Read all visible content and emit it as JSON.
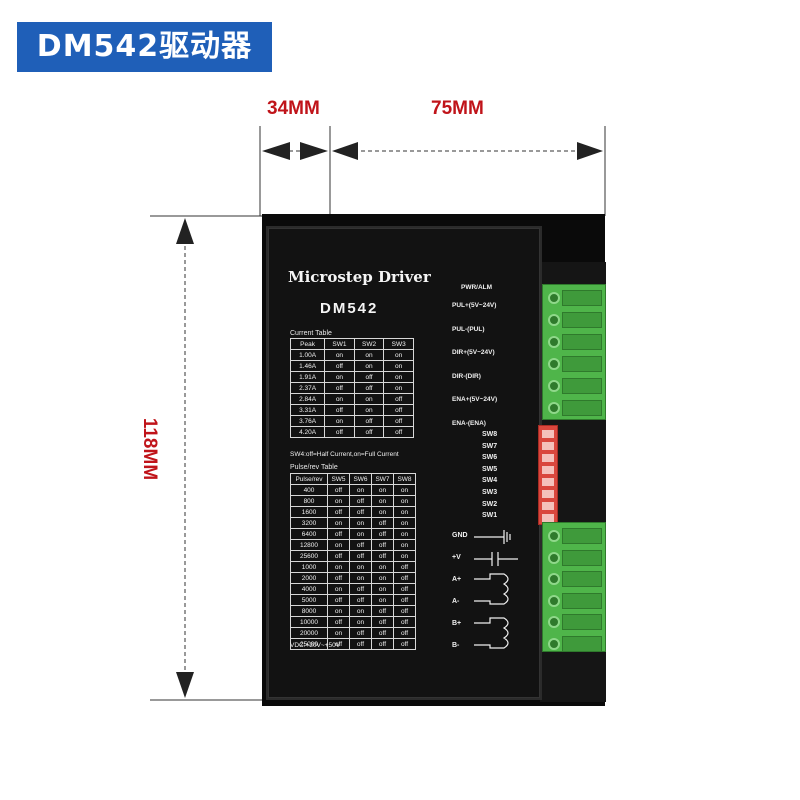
{
  "title": "DM542驱动器",
  "dimensions": {
    "depth": "34MM",
    "width": "75MM",
    "height": "118MM"
  },
  "colors": {
    "banner": "#1f5fb8",
    "dimension": "#c0141a",
    "terminal": "#4fb54a",
    "dip_switch": "#d9473d"
  },
  "device": {
    "brand": "Microstep Driver",
    "model": "DM542",
    "current_table": {
      "caption": "Current Table",
      "headers": [
        "Peak",
        "SW1",
        "SW2",
        "SW3"
      ],
      "rows": [
        [
          "1.00A",
          "on",
          "on",
          "on"
        ],
        [
          "1.46A",
          "off",
          "on",
          "on"
        ],
        [
          "1.91A",
          "on",
          "off",
          "on"
        ],
        [
          "2.37A",
          "off",
          "off",
          "on"
        ],
        [
          "2.84A",
          "on",
          "on",
          "off"
        ],
        [
          "3.31A",
          "off",
          "on",
          "off"
        ],
        [
          "3.76A",
          "on",
          "off",
          "off"
        ],
        [
          "4.20A",
          "off",
          "off",
          "off"
        ]
      ]
    },
    "sw4_note": "SW4:off=Half Current,on=Full Current",
    "pulse_table": {
      "caption": "Pulse/rev Table",
      "headers": [
        "Pulse/rev",
        "SW5",
        "SW6",
        "SW7",
        "SW8"
      ],
      "rows": [
        [
          "400",
          "off",
          "on",
          "on",
          "on"
        ],
        [
          "800",
          "on",
          "off",
          "on",
          "on"
        ],
        [
          "1600",
          "off",
          "off",
          "on",
          "on"
        ],
        [
          "3200",
          "on",
          "on",
          "off",
          "on"
        ],
        [
          "6400",
          "off",
          "on",
          "off",
          "on"
        ],
        [
          "12800",
          "on",
          "off",
          "off",
          "on"
        ],
        [
          "25600",
          "off",
          "off",
          "off",
          "on"
        ],
        [
          "1000",
          "on",
          "on",
          "on",
          "off"
        ],
        [
          "2000",
          "off",
          "on",
          "on",
          "off"
        ],
        [
          "4000",
          "on",
          "off",
          "on",
          "off"
        ],
        [
          "5000",
          "off",
          "off",
          "on",
          "off"
        ],
        [
          "8000",
          "on",
          "on",
          "off",
          "off"
        ],
        [
          "10000",
          "off",
          "on",
          "off",
          "off"
        ],
        [
          "20000",
          "on",
          "off",
          "off",
          "off"
        ],
        [
          "25000",
          "off",
          "off",
          "off",
          "off"
        ]
      ]
    },
    "vdc": "VDC:+20V~+50V",
    "pwr_alm": "PWR/ALM",
    "signal_pins": [
      "PUL+(5V~24V)",
      "PUL-(PUL)",
      "DIR+(5V~24V)",
      "DIR-(DIR)",
      "ENA+(5V~24V)",
      "ENA-(ENA)"
    ],
    "switches": [
      "SW8",
      "SW7",
      "SW6",
      "SW5",
      "SW4",
      "SW3",
      "SW2",
      "SW1"
    ],
    "power_pins": [
      "GND",
      "+V",
      "A+",
      "A-",
      "B+",
      "B-"
    ]
  }
}
